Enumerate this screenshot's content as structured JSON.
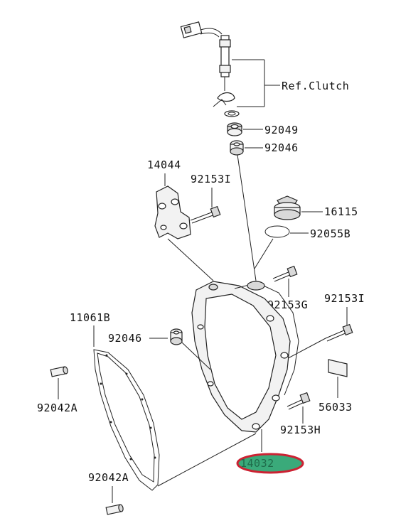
{
  "diagram": {
    "labels": {
      "ref_clutch": "Ref.Clutch",
      "p92049": "92049",
      "p92046_top": "92046",
      "p14044": "14044",
      "p92153I_left": "92153I",
      "p16115": "16115",
      "p92055B": "92055B",
      "p92153G": "92153G",
      "p92153I_right": "92153I",
      "p11061B": "11061B",
      "p92046_mid": "92046",
      "p92042A_top": "92042A",
      "p56033": "56033",
      "p92153H": "92153H",
      "p14032": "14032",
      "p92042A_bottom": "92042A"
    },
    "highlight": {
      "part": "14032",
      "ellipse_stroke": "#cc2233",
      "ellipse_fill": "#3aaa7a",
      "text_color": "#1f7a55"
    }
  }
}
